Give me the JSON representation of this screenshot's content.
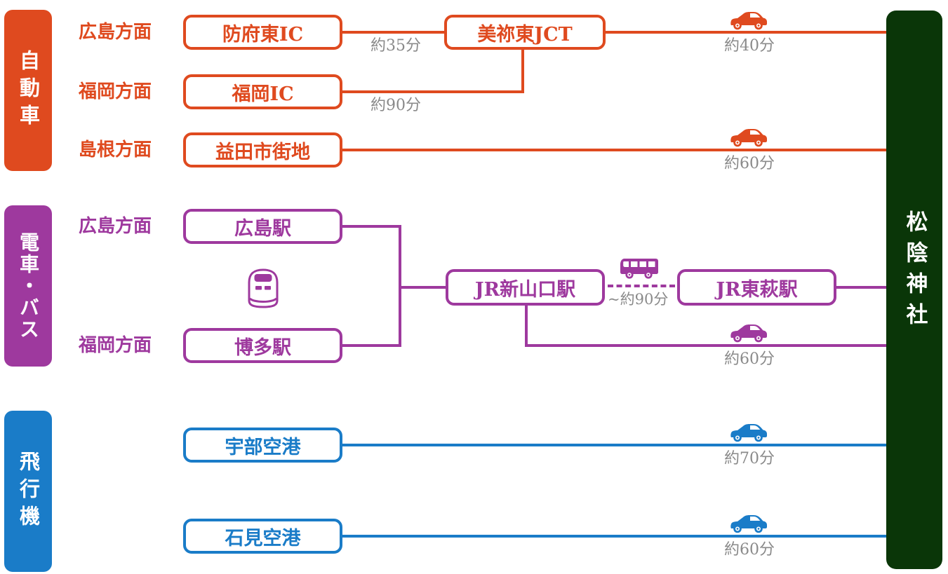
{
  "colors": {
    "car": "#DF4A1F",
    "train": "#9E399E",
    "plane": "#1A7CC8",
    "destination": "#0A3608",
    "time": "#8A8A8A"
  },
  "destination": {
    "label": "松陰神社"
  },
  "sections": {
    "car": {
      "label": "自動車"
    },
    "train": {
      "label": "電車・バス"
    },
    "plane": {
      "label": "飛行機"
    }
  },
  "car": {
    "hiroshima_direction": "広島方面",
    "hofu_higashi_ic": "防府東IC",
    "time_hofu_to_jct": "約35分",
    "mine_higashi_jct": "美祢東JCT",
    "time_jct_to_shrine": "約40分",
    "fukuoka_direction": "福岡方面",
    "fukuoka_ic": "福岡IC",
    "time_fukuoka_to_jct": "約90分",
    "shimane_direction": "島根方面",
    "masuda_city": "益田市街地",
    "time_masuda_to_shrine": "約60分"
  },
  "train": {
    "hiroshima_direction": "広島方面",
    "hiroshima_station": "広島駅",
    "fukuoka_direction": "福岡方面",
    "hakata_station": "博多駅",
    "shin_yamaguchi_station": "JR新山口駅",
    "bus_time": "~約90分",
    "higashi_hagi_station": "JR東萩駅",
    "time_shin_yamaguchi_to_shrine": "約60分"
  },
  "plane": {
    "ube_airport": "宇部空港",
    "time_ube_to_shrine": "約70分",
    "iwami_airport": "石見空港",
    "time_iwami_to_shrine": "約60分"
  },
  "icons": {
    "car": "car-icon",
    "bus": "bus-icon",
    "shinkansen": "shinkansen-icon"
  }
}
